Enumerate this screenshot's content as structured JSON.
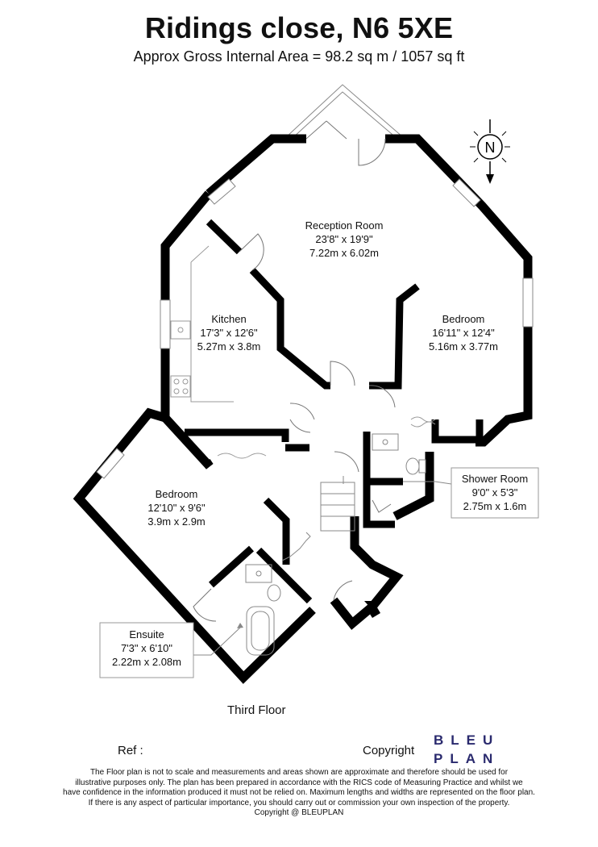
{
  "header": {
    "title": "Ridings close, N6 5XE",
    "subtitle": "Approx Gross Internal Area = 98.2 sq m / 1057 sq ft"
  },
  "compass": {
    "letter": "N"
  },
  "rooms": {
    "reception": {
      "name": "Reception Room",
      "imperial": "23'8\" x 19'9\"",
      "metric": "7.22m x 6.02m"
    },
    "kitchen": {
      "name": "Kitchen",
      "imperial": "17'3\" x 12'6\"",
      "metric": "5.27m x 3.8m"
    },
    "bedroom1": {
      "name": "Bedroom",
      "imperial": "16'11\" x 12'4\"",
      "metric": "5.16m x 3.77m"
    },
    "bedroom2": {
      "name": "Bedroom",
      "imperial": "12'10\" x 9'6\"",
      "metric": "3.9m x 2.9m"
    },
    "shower": {
      "name": "Shower Room",
      "imperial": "9'0\" x 5'3\"",
      "metric": "2.75m x 1.6m"
    },
    "ensuite": {
      "name": "Ensuite",
      "imperial": "7'3\" x 6'10\"",
      "metric": "2.22m x 2.08m"
    }
  },
  "floor_label": "Third Floor",
  "footer": {
    "ref_label": "Ref :",
    "copyright_label": "Copyright",
    "logo_line1": "BLEU",
    "logo_line2": "PLAN",
    "disclaimer": [
      "The Floor plan is not to scale and measurements and areas shown are approximate and therefore should be used for",
      "illustrative purposes only. The plan has been prepared in accordance with the RICS code of Measuring Practice and whilst we",
      "have confidence in the information produced it must not be relied on. Maximum lengths and widths are represented on the floor plan.",
      "If there is any aspect of particular importance, you should carry out or commission your own inspection of the property.",
      "Copyright @ BLEUPLAN"
    ]
  },
  "colors": {
    "wall": "#000000",
    "line": "#888888",
    "logo": "#2a2a6e"
  }
}
